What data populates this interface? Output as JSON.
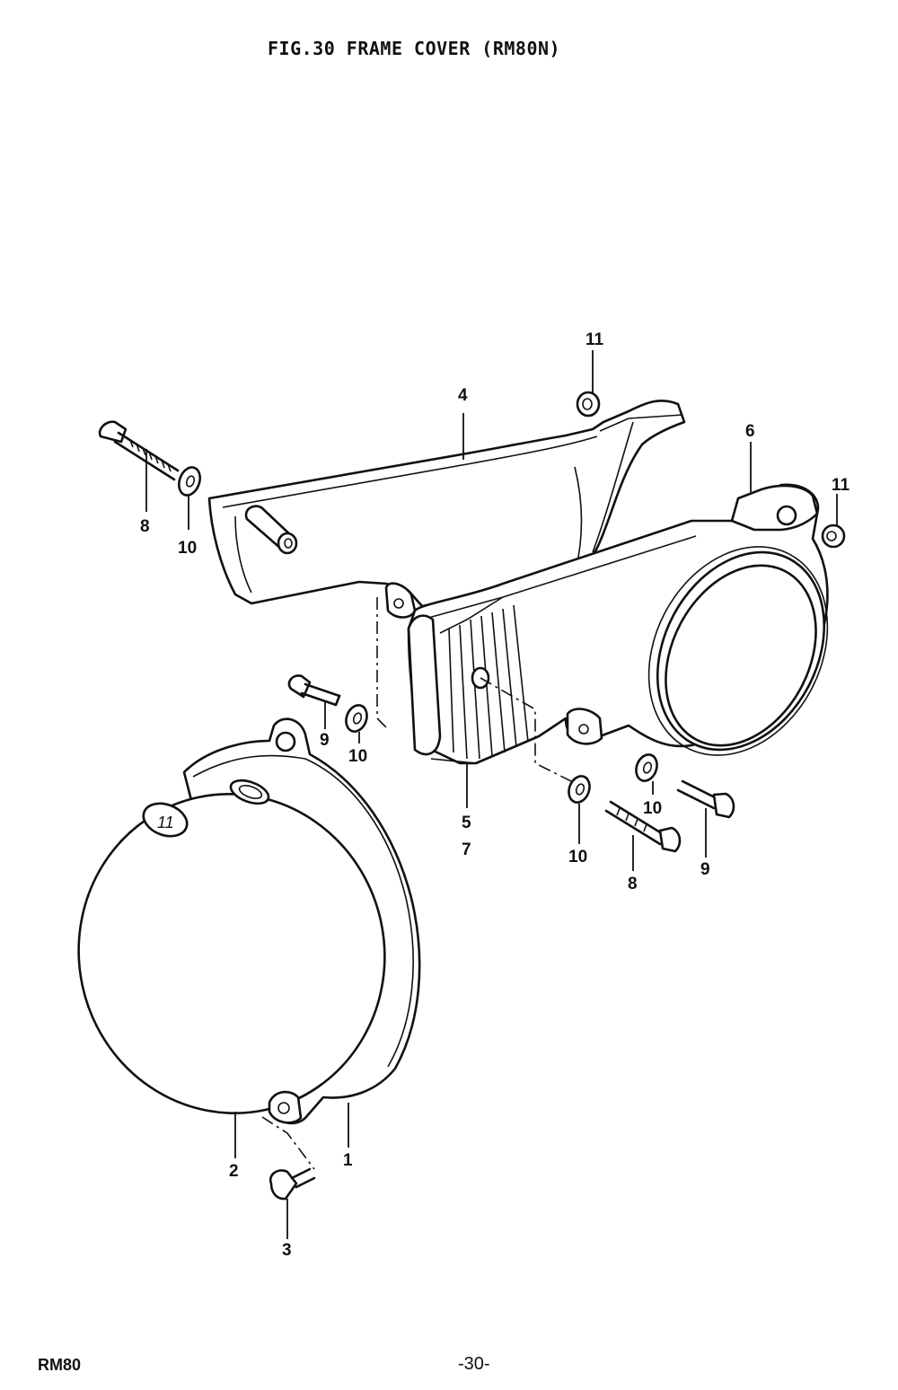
{
  "header": {
    "title": "FIG.30  FRAME COVER (RM80N)"
  },
  "footer": {
    "model": "RM80",
    "page_number": "-30-"
  },
  "callouts": {
    "c1": "1",
    "c2": "2",
    "c3": "3",
    "c4": "4",
    "c5": "5",
    "c6": "6",
    "c7": "7",
    "c8a": "8",
    "c8b": "8",
    "c9a": "9",
    "c9b": "9",
    "c10a": "10",
    "c10b": "10",
    "c10c": "10",
    "c10d": "10",
    "c11a": "11",
    "c11b": "11"
  },
  "embossed_mark": "11"
}
